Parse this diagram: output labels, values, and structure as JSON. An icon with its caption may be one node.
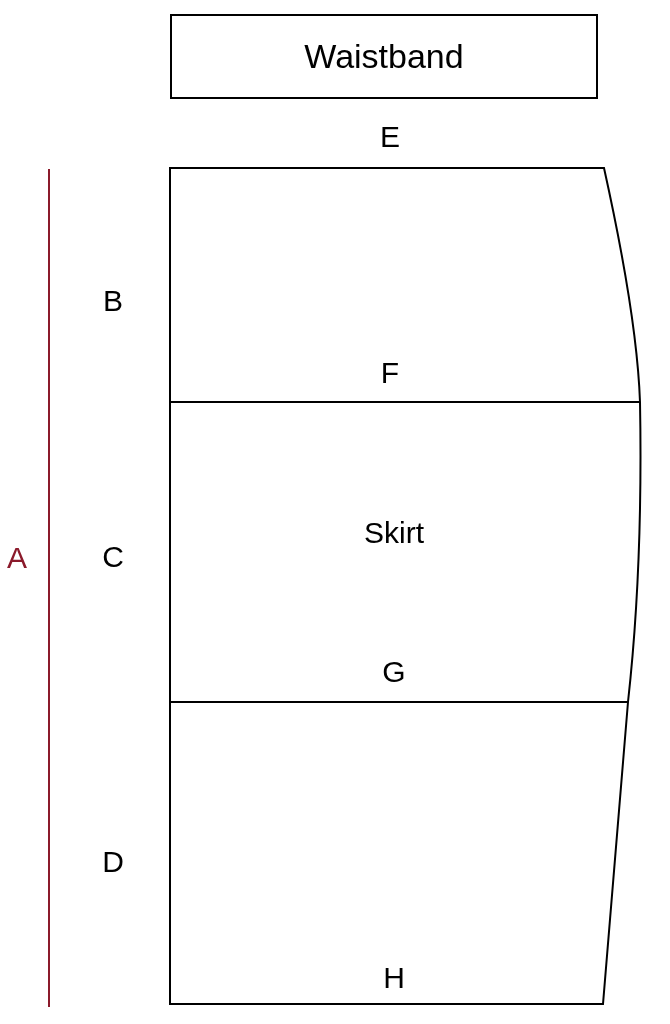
{
  "diagram": {
    "nodes": [
      {
        "text": [
          "Waistband"
        ]
      },
      {
        "text": [
          "Skirt"
        ]
      }
    ],
    "labels": [
      "E",
      "B",
      "F",
      "A",
      "C",
      "G",
      "D",
      "H"
    ]
  }
}
